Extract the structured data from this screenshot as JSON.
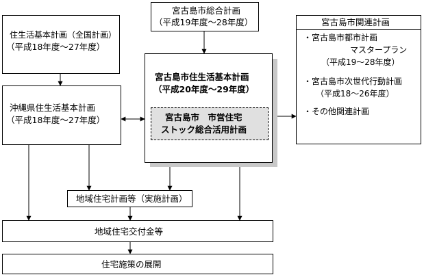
{
  "boxes": {
    "miyako_master": {
      "line1": "宮古島市総合計画",
      "line2": "（平成19年度〜28年度）"
    },
    "national": {
      "line1": "住生活基本計画（全国計画）",
      "line2": "（平成18年度〜27年度）"
    },
    "okinawa": {
      "line1": "沖縄県住生活基本計画",
      "line2": "（平成18年度〜27年度）"
    },
    "main": {
      "line1": "宮古島市住生活基本計画",
      "line2": "（平成20年度〜29年度）",
      "inner_line1": "宮古島市　市営住宅",
      "inner_line2": "ストック総合活用計画"
    },
    "related": {
      "title": "宮古島市関連計画",
      "item1": "・宮古島市都市計画",
      "item1_sub": "マスタープラン",
      "item1_period": "（平成19〜28年度）",
      "item2": "・宮古島市次世代行動計画",
      "item2_period": "（平成18〜26年度）",
      "item3": "・その他関連計画"
    },
    "regional_plan": {
      "label": "地域住宅計画等（実施計画）"
    },
    "grant": {
      "label": "地域住宅交付金等"
    },
    "deployment": {
      "label": "住宅施策の展開"
    }
  },
  "colors": {
    "line": "#000000",
    "shadow": "#c8c8c8",
    "inner_fill": "#e0e0e0"
  }
}
